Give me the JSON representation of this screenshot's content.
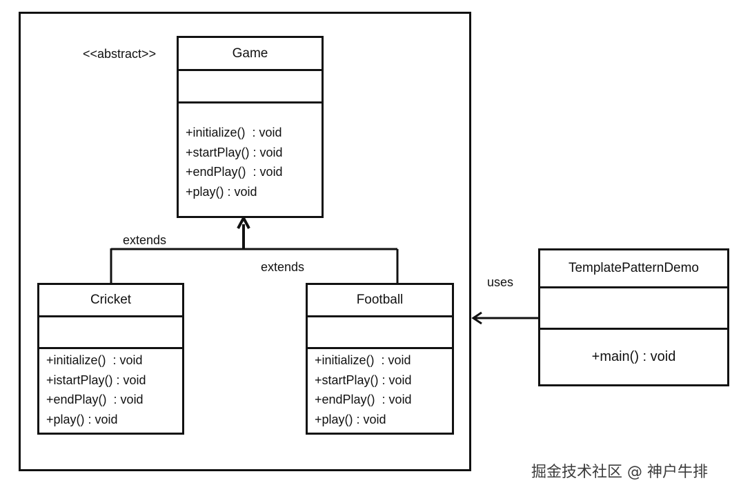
{
  "game": {
    "stereotype": "<<abstract>>",
    "name": "Game",
    "methods": [
      "+initialize()  : void",
      "+startPlay() : void",
      "+endPlay()  : void",
      "+play() : void"
    ]
  },
  "cricket": {
    "name": "Cricket",
    "methods": [
      "+initialize()  : void",
      "+istartPlay() : void",
      "+endPlay()  : void",
      "+play() : void"
    ]
  },
  "football": {
    "name": "Football",
    "methods": [
      "+initialize()  : void",
      "+startPlay() : void",
      "+endPlay()  : void",
      "+play() : void"
    ]
  },
  "demo": {
    "name": "TemplatePatternDemo",
    "methods": [
      "+main() : void"
    ]
  },
  "relations": {
    "extends_left": "extends",
    "extends_right": "extends",
    "uses": "uses"
  },
  "watermark": "掘金技术社区 @ 神户牛排"
}
